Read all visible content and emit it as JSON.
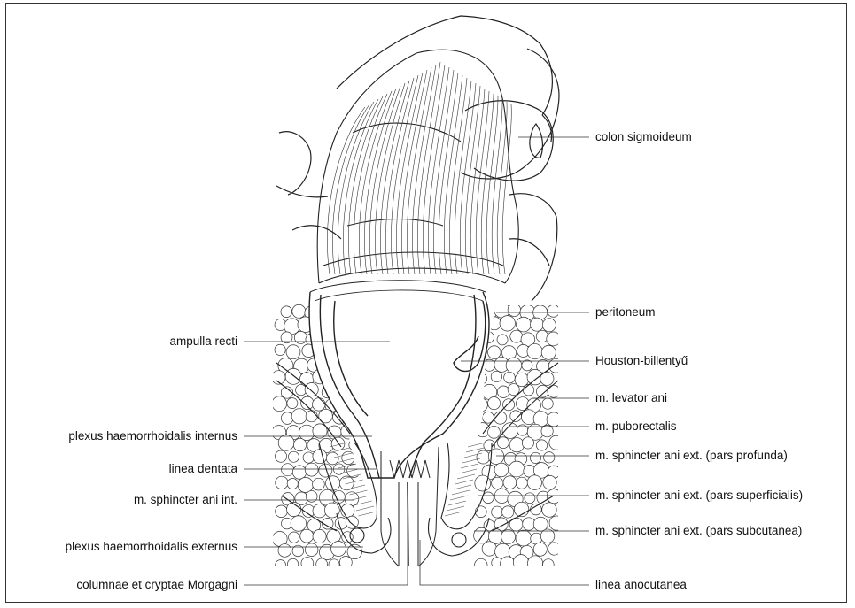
{
  "labels": {
    "colon_sigmoideum": "colon sigmoideum",
    "peritoneum": "peritoneum",
    "houston_billentyu": "Houston-billentyű",
    "levator_ani": "m. levator ani",
    "puborectalis": "m. puborectalis",
    "sphincter_ext_profunda": "m. sphincter ani ext. (pars profunda)",
    "sphincter_ext_superficialis": "m. sphincter ani ext. (pars superficialis)",
    "sphincter_ext_subcutanea": "m. sphincter ani ext. (pars subcutanea)",
    "linea_anocutanea": "linea anocutanea",
    "ampulla_recti": "ampulla recti",
    "plexus_internus": "plexus haemorrhoidalis internus",
    "linea_dentata": "linea dentata",
    "sphincter_int": "m. sphincter ani int.",
    "plexus_externus": "plexus haemorrhoidalis externus",
    "columnae_morgagni": "columnae et cryptae Morgagni"
  },
  "colors": {
    "line": "#222222",
    "fat_fill": "#ffffff",
    "shade": "#555555"
  }
}
